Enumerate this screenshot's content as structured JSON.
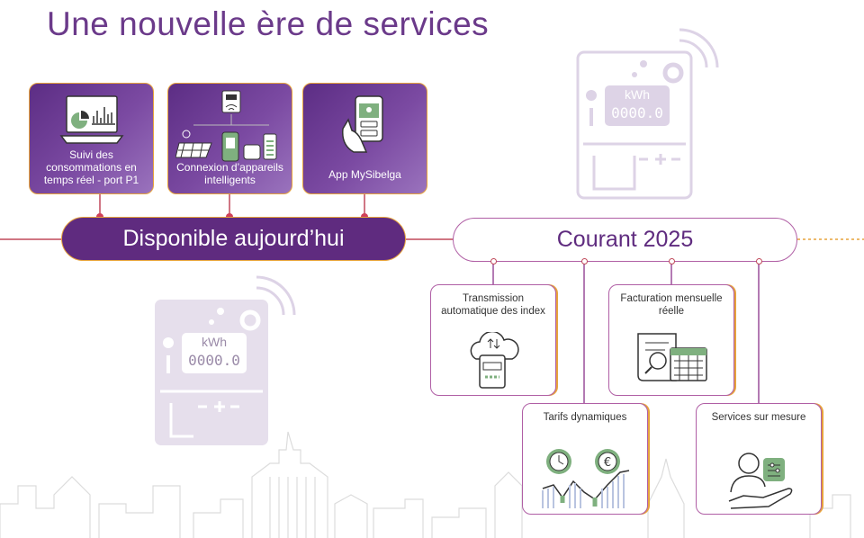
{
  "title": "Une nouvelle ère de services",
  "available": {
    "label": "Disponible aujourd’hui",
    "cards": [
      {
        "label": "Suivi des consommations en temps réel - port P1",
        "icon": "laptop-chart-icon"
      },
      {
        "label": "Connexion d’appareils intelligents",
        "icon": "smart-devices-icon"
      },
      {
        "label": "App MySibelga",
        "icon": "phone-app-icon"
      }
    ]
  },
  "upcoming": {
    "label": "Courant 2025",
    "cards": [
      {
        "label": "Transmission automatique des index",
        "icon": "cloud-meter-icon"
      },
      {
        "label": "Facturation mensuelle réelle",
        "icon": "invoice-calendar-icon"
      },
      {
        "label": "Tarifs dynamiques",
        "icon": "clock-euro-chart-icon"
      },
      {
        "label": "Services sur mesure",
        "icon": "person-service-icon"
      }
    ]
  },
  "meter": {
    "unit": "kWh",
    "reading": "0000.0"
  },
  "colors": {
    "purple": "#5f2b7f",
    "orange": "#e7a33c",
    "magenta": "#b05fa5",
    "pink": "#d0415a"
  }
}
